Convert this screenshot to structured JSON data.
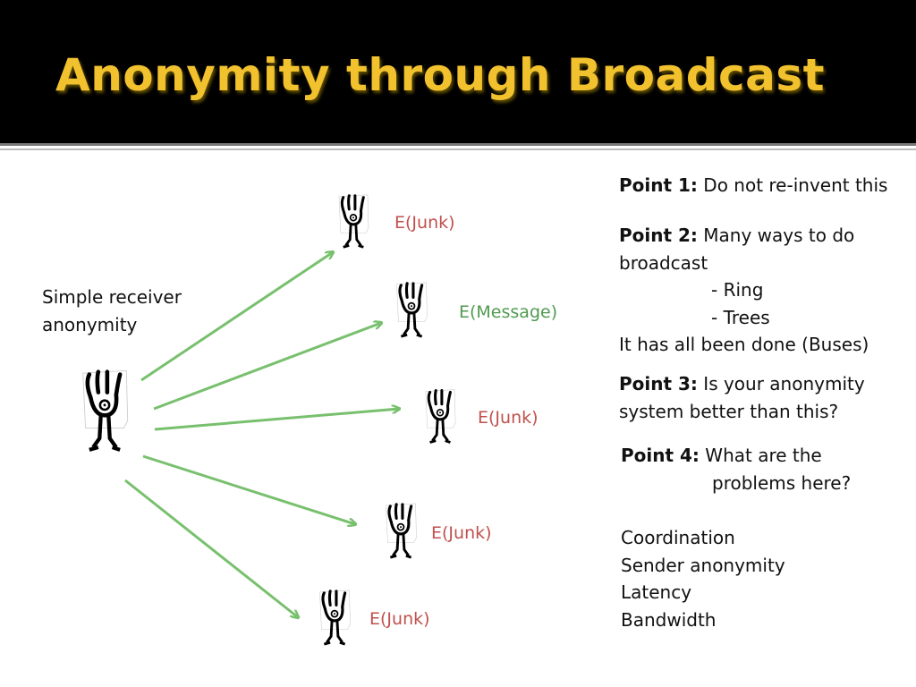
{
  "title": "Anonymity through Broadcast",
  "colors": {
    "title": "#f2c12e",
    "arrow": "#78c06e",
    "junk": "#c0504d",
    "message": "#4f9a4f"
  },
  "icon": "stick-figure-icon",
  "sender_label": [
    "Simple receiver",
    "anonymity"
  ],
  "receivers": [
    {
      "label": "E(Junk)"
    },
    {
      "label": "E(Message)"
    },
    {
      "label": "E(Junk)"
    },
    {
      "label": "E(Junk)"
    },
    {
      "label": "E(Junk)"
    }
  ],
  "points": {
    "p1": {
      "head": "Point 1:",
      "text": "Do not re-invent this"
    },
    "p2": {
      "head": "Point 2:",
      "text": "Many ways to do",
      "line2": "broadcast",
      "ring": "- Ring",
      "trees": "- Trees",
      "done": "It has all been done (Buses)"
    },
    "p3": {
      "head": "Point 3:",
      "text": "Is your anonymity",
      "line2": "system better than this?"
    },
    "p4": {
      "head": "Point 4:",
      "text": "What are the",
      "line2": "problems here?"
    }
  },
  "problems": [
    "Coordination",
    "Sender anonymity",
    "Latency",
    "Bandwidth"
  ]
}
